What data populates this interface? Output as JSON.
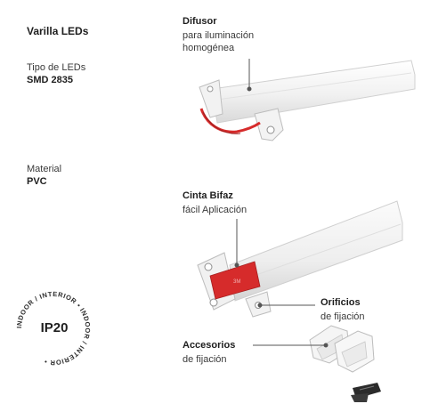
{
  "product": {
    "title": "Varilla LEDs",
    "led_type_label": "Tipo de LEDs",
    "led_type_value": "SMD 2835",
    "material_label": "Material",
    "material_value": "PVC"
  },
  "callouts": {
    "diffuser_title": "Difusor",
    "diffuser_line1": "para iluminación",
    "diffuser_line2": "homogénea",
    "tape_title": "Cinta Bifaz",
    "tape_desc": "fácil Aplicación",
    "holes_title": "Orificios",
    "holes_desc": "de fijación",
    "accessories_title": "Accesorios",
    "accessories_desc": "de fijación"
  },
  "badge": {
    "rating": "IP20",
    "ring_text": "INDOOR / INTERIOR • INDOOR / INTERIOR •"
  },
  "colors": {
    "accent_red": "#d62b2b",
    "line_gray": "#555555",
    "profile_white": "#f4f4f4"
  }
}
